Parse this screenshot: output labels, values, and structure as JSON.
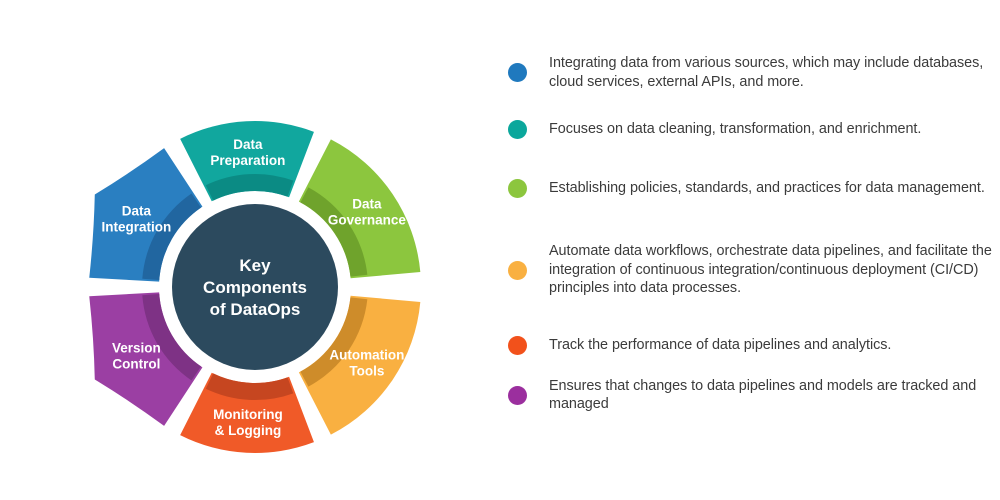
{
  "diagram": {
    "type": "donut-segment-infographic",
    "hub": {
      "label_lines": [
        "Key",
        "Components",
        "of DataOps"
      ],
      "color": "#2C4A5E"
    },
    "segments": [
      {
        "key": "data-integration",
        "label_lines": [
          "Data",
          "Integration"
        ],
        "color": "#2A7FC1",
        "shadow_color": "#2166A0",
        "start_angle": 180,
        "end_angle": 240,
        "pointed": true
      },
      {
        "key": "data-preparation",
        "label_lines": [
          "Data",
          "Preparation"
        ],
        "color": "#11A79E",
        "shadow_color": "#0B8B84",
        "start_angle": 240,
        "end_angle": 294,
        "pointed": false
      },
      {
        "key": "data-governance",
        "label_lines": [
          "Data",
          "Governance"
        ],
        "color": "#8CC63E",
        "shadow_color": "#6FA32C",
        "start_angle": 294,
        "end_angle": 358,
        "pointed": false
      },
      {
        "key": "automation-tools",
        "label_lines": [
          "Automation",
          "Tools"
        ],
        "color": "#F9B041",
        "shadow_color": "#CE8C2A",
        "start_angle": 2,
        "end_angle": 66,
        "pointed": false
      },
      {
        "key": "monitoring-logging",
        "label_lines": [
          "Monitoring",
          "& Logging"
        ],
        "color": "#F05A28",
        "shadow_color": "#C64620",
        "start_angle": 66,
        "end_angle": 120,
        "pointed": false
      },
      {
        "key": "version-control",
        "label_lines": [
          "Version",
          "Control"
        ],
        "color": "#9B3FA3",
        "shadow_color": "#7E3285",
        "start_angle": 120,
        "end_angle": 180,
        "pointed": true
      }
    ]
  },
  "legend": {
    "items": [
      {
        "key": "data-integration",
        "color": "#1F79BE",
        "text": "Integrating data from various sources, which may include databases, cloud services, external APIs, and more."
      },
      {
        "key": "data-preparation",
        "color": "#0BA79C",
        "text": "Focuses on data cleaning, transformation, and enrichment."
      },
      {
        "key": "data-governance",
        "color": "#8CC63E",
        "text": "Establishing policies, standards, and practices for data management."
      },
      {
        "key": "automation-tools",
        "color": "#F9B041",
        "text": "Automate data workflows, orchestrate data pipelines, and facilitate the integration of continuous integration/continuous deployment (CI/CD) principles into data processes."
      },
      {
        "key": "monitoring-logging",
        "color": "#F2511B",
        "text": "Track the performance of data pipelines and analytics."
      },
      {
        "key": "version-control",
        "color": "#9B2F9E",
        "text": "Ensures that changes to data pipelines and models are tracked and managed"
      }
    ]
  }
}
